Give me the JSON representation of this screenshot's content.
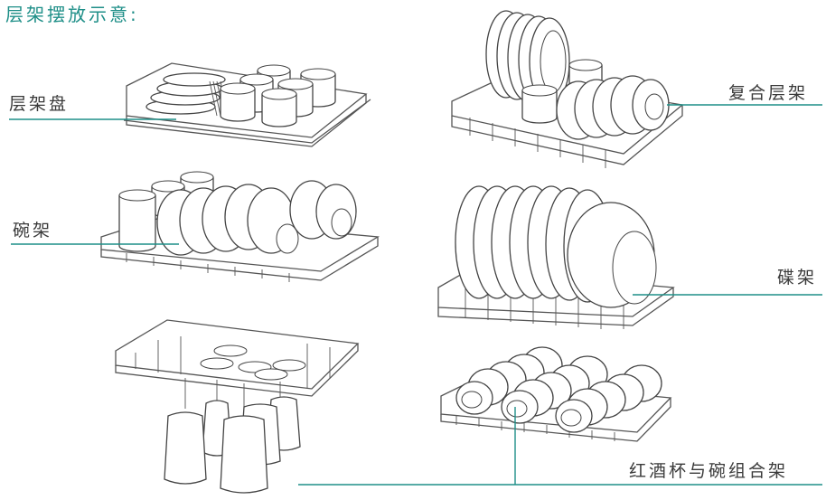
{
  "title": "层架摆放示意:",
  "labels": {
    "tray": "层架盘",
    "combo": "复合层架",
    "bowl": "碗架",
    "plate": "碟架",
    "wine": "红酒杯与碗组合架"
  },
  "colors": {
    "accent": "#1f8f88",
    "line": "#555555",
    "text": "#3a3a3a"
  }
}
